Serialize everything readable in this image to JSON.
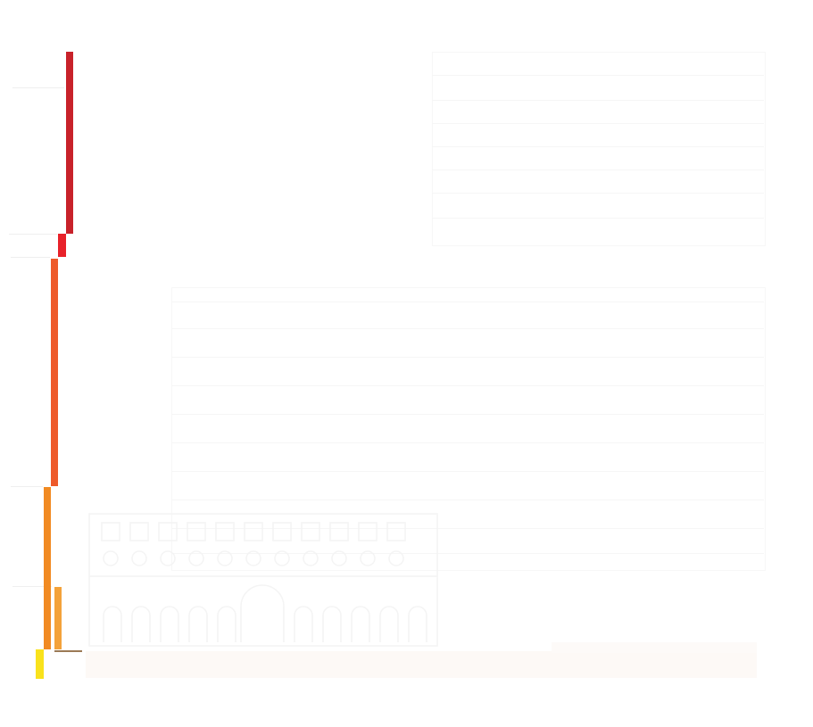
{
  "canvas": {
    "background": "#ffffff"
  },
  "bars": [
    {
      "name": "dark-red-bar",
      "color": "#c8222a"
    },
    {
      "name": "red-bar",
      "color": "#e8222a"
    },
    {
      "name": "orange-red-bar",
      "color": "#ee5a2a"
    },
    {
      "name": "orange-bar",
      "color": "#f18a22"
    },
    {
      "name": "light-orange-bar",
      "color": "#f4a23a"
    },
    {
      "name": "yellow-bar",
      "color": "#f9e21c"
    }
  ],
  "colors": {
    "faint_lines": "#f3f3f3",
    "faint_fill": "#fdf9f6",
    "accent_line": "#9b7a56",
    "watermark_stroke": "#f4f4f4"
  }
}
